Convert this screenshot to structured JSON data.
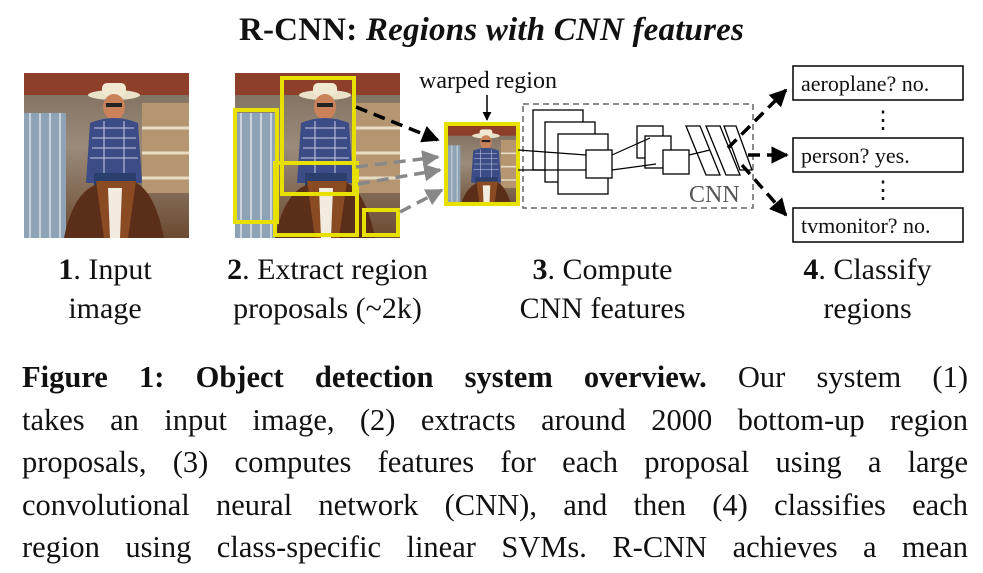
{
  "title": {
    "bold": "R-CNN: ",
    "italic": "Regions with CNN features"
  },
  "diagram": {
    "warped_label": "warped region",
    "cnn_label": "CNN",
    "classes": [
      "aeroplane? no.",
      "person? yes.",
      "tvmonitor? no."
    ],
    "ellipsis": "⋮"
  },
  "steps": [
    {
      "num": "1",
      "text1": ". Input",
      "text2": "image"
    },
    {
      "num": "2",
      "text1": ". Extract region",
      "text2": "proposals (~2k)"
    },
    {
      "num": "3",
      "text1": ". Compute",
      "text2": "CNN features"
    },
    {
      "num": "4",
      "text1": ". Classify",
      "text2": "regions"
    }
  ],
  "caption": {
    "bold": "Figure 1:  Object detection system overview.",
    "line1": " Our system (1)",
    "line2": "takes an input image, (2) extracts around 2000 bottom-up region",
    "line3": "proposals, (3) computes features for each proposal using a large",
    "line4": "convolutional neural network (CNN), and then (4) classifies each",
    "line5": "region using class-specific linear SVMs. R-CNN achieves a mean"
  }
}
